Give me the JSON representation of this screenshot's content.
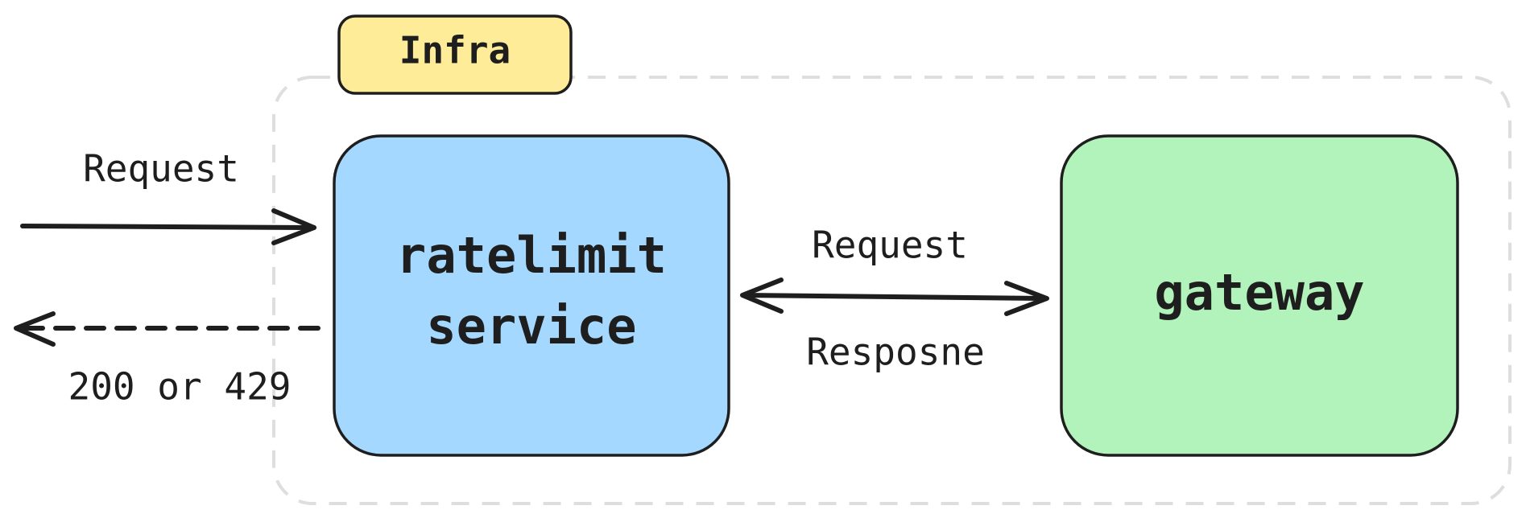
{
  "diagram": {
    "group": {
      "label": "Infra"
    },
    "nodes": {
      "ratelimit": {
        "line1": "ratelimit",
        "line2": "service",
        "fill": "#a5d8ff"
      },
      "gateway": {
        "label": "gateway",
        "fill": "#b2f2bb"
      }
    },
    "tag_fill": "#ffec99",
    "stroke": "#1e1e1e",
    "group_border": "#dedede",
    "edges": {
      "incoming": {
        "label": "Request"
      },
      "outgoing": {
        "label": "200 or 429"
      },
      "between": {
        "top_label": "Request",
        "bottom_label": "Resposne"
      }
    }
  }
}
